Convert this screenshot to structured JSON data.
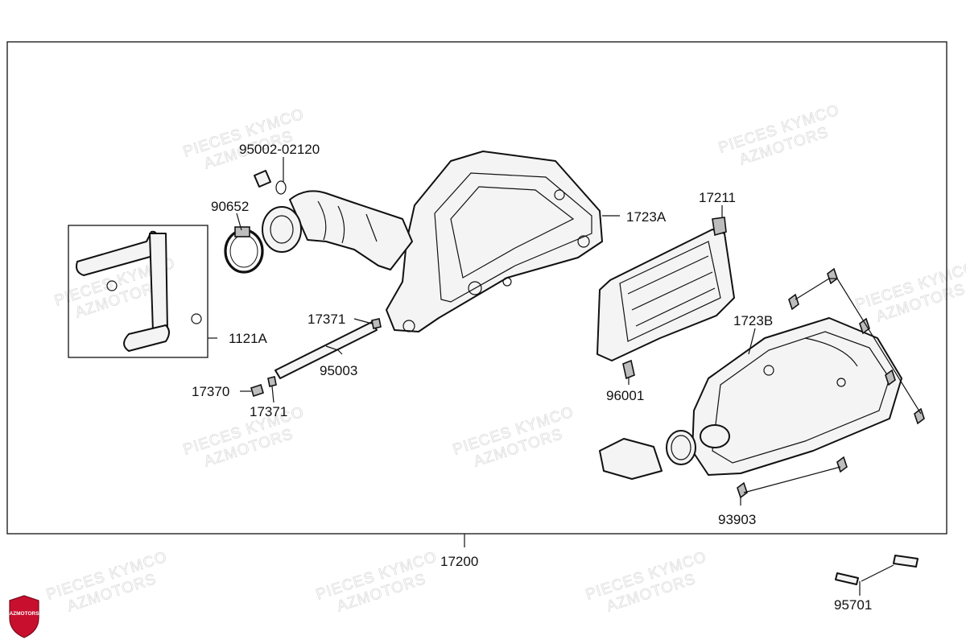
{
  "watermark": {
    "line1": "PIECES KYMCO",
    "line2": "AZMOTORS"
  },
  "logo": {
    "text": "AZMOTORS",
    "color": "#c8102e"
  },
  "parts": {
    "p95002": "95002-02120",
    "p90652": "90652",
    "p1121A": "1121A",
    "p17371a": "17371",
    "p95003": "95003",
    "p17370": "17370",
    "p17371b": "17371",
    "p1723A": "1723A",
    "p17211": "17211",
    "p96001": "96001",
    "p1723B": "1723B",
    "p93903": "93903",
    "p17200": "17200",
    "p95701": "95701"
  }
}
